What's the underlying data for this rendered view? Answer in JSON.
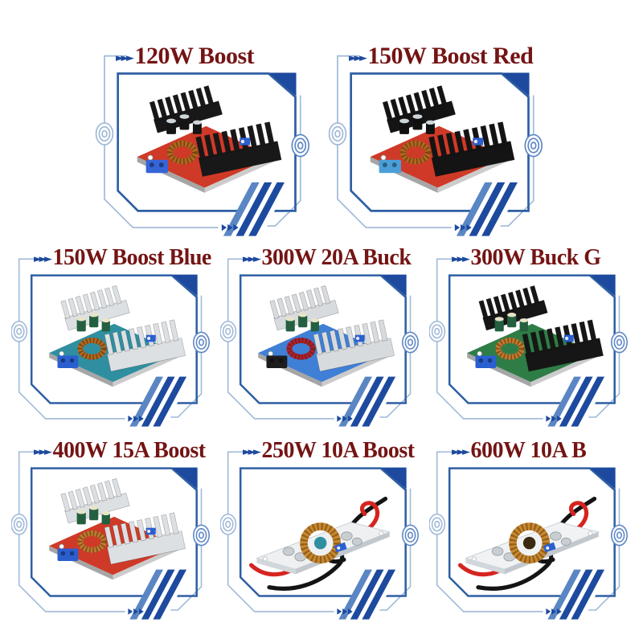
{
  "theme": {
    "bg": "#ffffff",
    "label": "#741414",
    "frame": "#2e5fa3",
    "accent": "#1d4a9e",
    "line": "#9fb8d8",
    "stripeLight": "#5b86c4"
  },
  "decor": {
    "label_arrows": "►►►"
  },
  "products": [
    {
      "label": "120W Boost",
      "colors": {
        "pcb": "#cf3a28",
        "hs": "#181818",
        "toroid": "#b06820",
        "cap": "#151515",
        "capTop": "#cfd6da",
        "term": "#3565d6",
        "trim": "#2b5fd0"
      }
    },
    {
      "label": "150W Boost Red",
      "colors": {
        "pcb": "#cf3a28",
        "hs": "#141414",
        "toroid": "#b06820",
        "cap": "#101010",
        "capTop": "#cfd6da",
        "term": "#4a9fd8",
        "trim": "#2b5fd0"
      }
    },
    {
      "label": "150W Boost Blue",
      "colors": {
        "pcb": "#2f8fa0",
        "hs": "#dde0e3",
        "toroid": "#b06820",
        "cap": "#246040",
        "capTop": "#e8e4c8",
        "term": "#2b5fd0",
        "trim": "#2b5fd0"
      }
    },
    {
      "label": "300W 20A Buck",
      "colors": {
        "pcb": "#3f7fd6",
        "hs": "#d8dbdd",
        "toroid": "#b02030",
        "cap": "#246040",
        "capTop": "#e8e4c8",
        "term": "#1d1d1d",
        "trim": "#2b5fd0"
      }
    },
    {
      "label": "300W Buck G",
      "colors": {
        "pcb": "#2f7d46",
        "hs": "#161616",
        "toroid": "#c07a30",
        "cap": "#246040",
        "capTop": "#e8e4c8",
        "term": "#2b5fd0",
        "trim": "#2b5fd0"
      }
    },
    {
      "label": "400W 15A Boost",
      "colors": {
        "pcb": "#cf3a28",
        "hs": "#dde0e3",
        "toroid": "#c07a30",
        "cap": "#246040",
        "capTop": "#e8e4c8",
        "term": "#2b5fd0",
        "trim": "#2b5fd0"
      }
    },
    {
      "label": "250W 10A Boost",
      "colors": {
        "board": "#eef0f2",
        "toroid": "#c8882f",
        "core": "#2f8fa0",
        "cap": "#c9ced2",
        "trim": "#2b5fd0",
        "wireRed": "#d62420",
        "wireBlack": "#141414"
      }
    },
    {
      "label": "600W 10A B",
      "colors": {
        "board": "#f0f2f4",
        "toroid": "#c8882f",
        "core": "#3a2a10",
        "cap": "#c9ced2",
        "trim": "#2b5fd0",
        "wireRed": "#d62420",
        "wireBlack": "#141414"
      }
    }
  ]
}
